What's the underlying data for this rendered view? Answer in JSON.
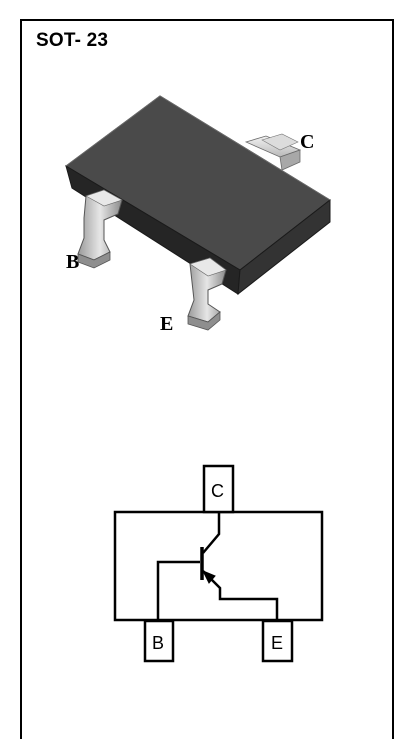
{
  "title": "SOT- 23",
  "package_view": {
    "pin_labels": {
      "collector": "C",
      "base": "B",
      "emitter": "E"
    }
  },
  "schematic": {
    "pin_labels": {
      "collector": "C",
      "base": "B",
      "emitter": "E"
    }
  }
}
